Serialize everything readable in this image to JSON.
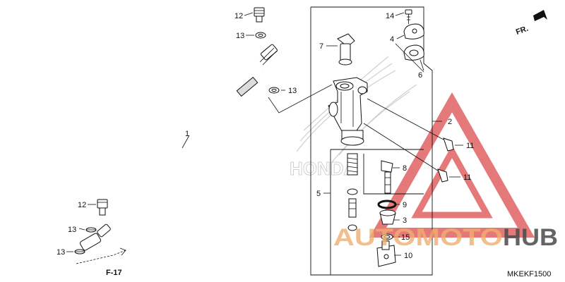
{
  "diagram": {
    "code": "MKEKF1500",
    "direction_label": "FR.",
    "section_ref": "F-17"
  },
  "callouts": {
    "c1": "1",
    "c2": "2",
    "c3": "3",
    "c4": "4",
    "c5": "5",
    "c6": "6",
    "c7": "7",
    "c8": "8",
    "c9": "9",
    "c10": "10",
    "c11a": "11",
    "c11b": "11",
    "c12a": "12",
    "c12b": "12",
    "c13a": "13",
    "c13b": "13",
    "c13c": "13",
    "c13d": "13",
    "c14": "14",
    "c15": "15"
  },
  "watermarks": {
    "honda": "HONDA",
    "shop_left": "AUTOMOTO",
    "shop_right": "HUB"
  },
  "colors": {
    "watermark_red": "#e06060",
    "watermark_orange": "#f0b070",
    "watermark_grey": "#4a4a4a",
    "honda_grey": "#cfcfcf"
  }
}
